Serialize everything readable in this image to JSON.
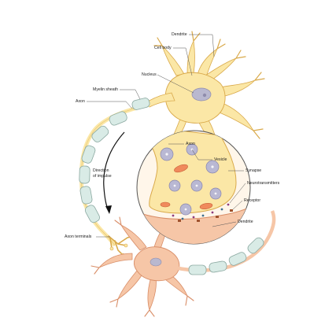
{
  "diagram": {
    "labels": {
      "dendrite_top": "Dendrite",
      "cell_body": "Cell body",
      "nucleus": "Nucleus",
      "myelin_sheath": "Myelin sheath",
      "axon": "Axon",
      "direction_line1": "Direction",
      "direction_line2": "of impulse",
      "axon_terminals": "Axon terminals",
      "inset_axon": "Axon",
      "vesicle": "Vesicle",
      "synapse": "Synapse",
      "neurotransmitters": "Neurotransmitters",
      "receptor": "Receptor",
      "inset_dendrite": "Dendrite"
    },
    "colors": {
      "neuron_fill": "#fbe7a6",
      "neuron_stroke": "#d9a94a",
      "nucleus_fill": "#b9b8cf",
      "myelin_fill": "#d9ebe6",
      "myelin_stroke": "#8aa8a0",
      "post_neuron_fill": "#f6c6a7",
      "post_neuron_stroke": "#d98e68",
      "vesicle_fill": "#b9b8d3",
      "mito_fill": "#f08a5c",
      "arrow_color": "#111111"
    }
  }
}
